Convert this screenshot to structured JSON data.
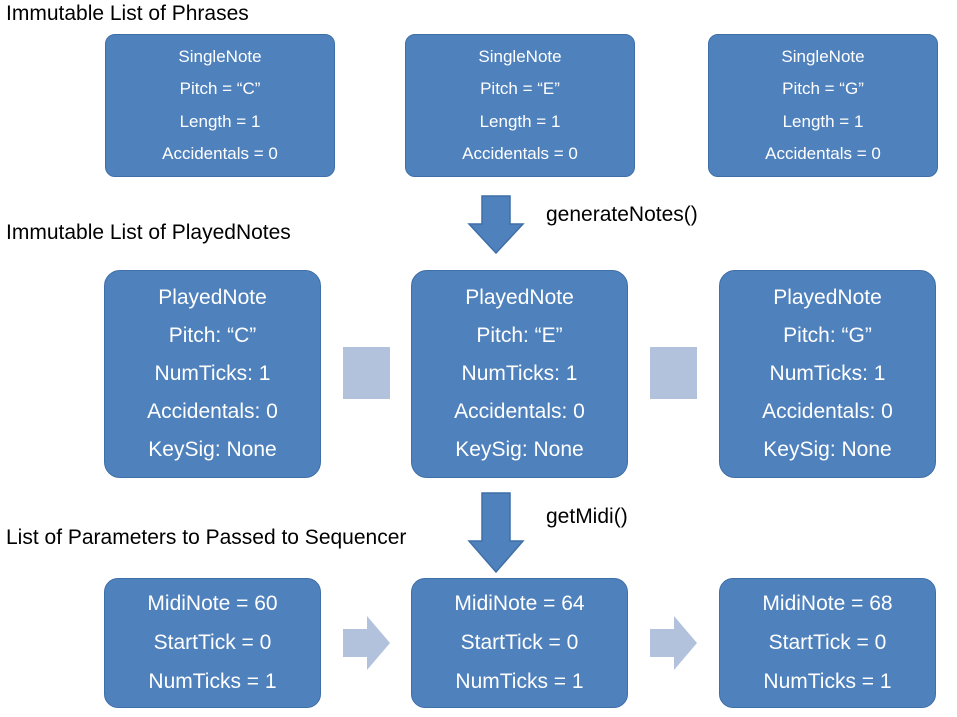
{
  "sections": {
    "phrases_heading": "Immutable List of Phrases",
    "played_heading": "Immutable List of PlayedNotes",
    "params_heading": "List of Parameters to Passed to Sequencer"
  },
  "functions": {
    "generate": "generateNotes()",
    "midi": "getMidi()"
  },
  "phrases": [
    {
      "title": "SingleNote",
      "pitch": "Pitch = “C”",
      "length": "Length = 1",
      "accidentals": "Accidentals = 0"
    },
    {
      "title": "SingleNote",
      "pitch": "Pitch = “E”",
      "length": "Length = 1",
      "accidentals": "Accidentals = 0"
    },
    {
      "title": "SingleNote",
      "pitch": "Pitch = “G”",
      "length": "Length = 1",
      "accidentals": "Accidentals = 0"
    }
  ],
  "played_notes": [
    {
      "title": "PlayedNote",
      "pitch": "Pitch: “C”",
      "numticks": "NumTicks: 1",
      "accidentals": "Accidentals: 0",
      "keysig": "KeySig: None"
    },
    {
      "title": "PlayedNote",
      "pitch": "Pitch: “E”",
      "numticks": "NumTicks: 1",
      "accidentals": "Accidentals: 0",
      "keysig": "KeySig: None"
    },
    {
      "title": "PlayedNote",
      "pitch": "Pitch: “G”",
      "numticks": "NumTicks: 1",
      "accidentals": "Accidentals: 0",
      "keysig": "KeySig: None"
    }
  ],
  "midi_params": [
    {
      "midinote": "MidiNote = 60",
      "starttick": "StartTick = 0",
      "numticks": "NumTicks = 1"
    },
    {
      "midinote": "MidiNote = 64",
      "starttick": "StartTick = 0",
      "numticks": "NumTicks = 1"
    },
    {
      "midinote": "MidiNote = 68",
      "starttick": "StartTick = 0",
      "numticks": "NumTicks = 1"
    }
  ],
  "colors": {
    "box_fill": "#4f81bd",
    "arrow_fill": "#4f81bd",
    "light_connector": "#b3c2dc"
  }
}
